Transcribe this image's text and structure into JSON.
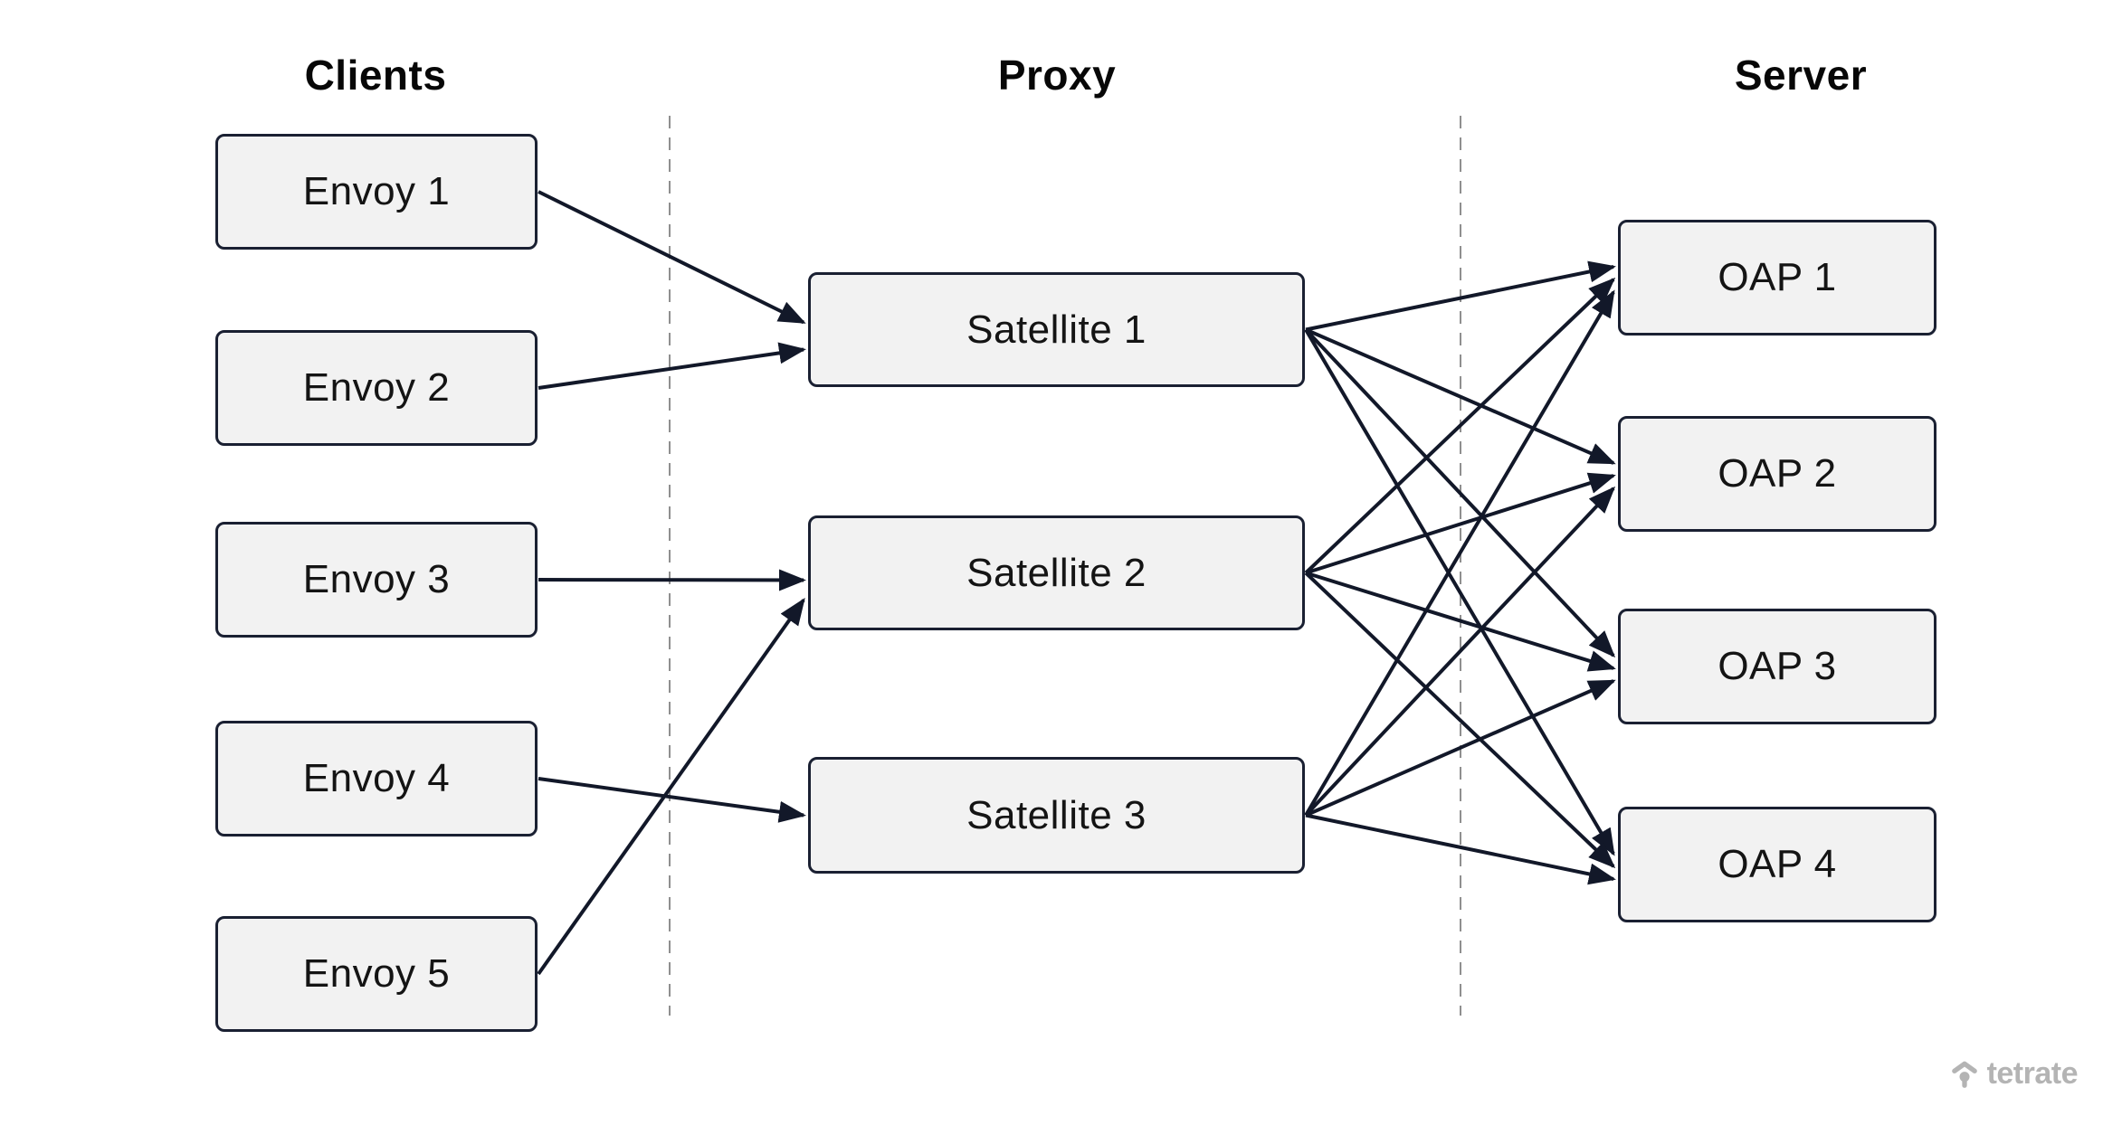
{
  "headers": {
    "clients": "Clients",
    "proxy": "Proxy",
    "server": "Server"
  },
  "nodes": {
    "envoy1": "Envoy 1",
    "envoy2": "Envoy 2",
    "envoy3": "Envoy 3",
    "envoy4": "Envoy 4",
    "envoy5": "Envoy 5",
    "satellite1": "Satellite 1",
    "satellite2": "Satellite 2",
    "satellite3": "Satellite 3",
    "oap1": "OAP 1",
    "oap2": "OAP 2",
    "oap3": "OAP 3",
    "oap4": "OAP 4"
  },
  "edges": {
    "client_to_proxy": [
      {
        "from": "envoy1",
        "to": "satellite1"
      },
      {
        "from": "envoy2",
        "to": "satellite1"
      },
      {
        "from": "envoy3",
        "to": "satellite2"
      },
      {
        "from": "envoy5",
        "to": "satellite2"
      },
      {
        "from": "envoy4",
        "to": "satellite3"
      }
    ],
    "proxy_to_server": [
      {
        "from": "satellite1",
        "to": "oap1"
      },
      {
        "from": "satellite1",
        "to": "oap2"
      },
      {
        "from": "satellite1",
        "to": "oap3"
      },
      {
        "from": "satellite1",
        "to": "oap4"
      },
      {
        "from": "satellite2",
        "to": "oap1"
      },
      {
        "from": "satellite2",
        "to": "oap2"
      },
      {
        "from": "satellite2",
        "to": "oap3"
      },
      {
        "from": "satellite2",
        "to": "oap4"
      },
      {
        "from": "satellite3",
        "to": "oap1"
      },
      {
        "from": "satellite3",
        "to": "oap2"
      },
      {
        "from": "satellite3",
        "to": "oap3"
      },
      {
        "from": "satellite3",
        "to": "oap4"
      }
    ]
  },
  "colors": {
    "box_fill": "#f2f2f2",
    "box_border": "#1a2032",
    "arrow": "#121829",
    "divider": "#8f8f8f",
    "brand_gray": "#b4b4b4",
    "header_text": "#070707",
    "label_text": "#141414"
  },
  "footer": {
    "brand": "tetrate"
  }
}
